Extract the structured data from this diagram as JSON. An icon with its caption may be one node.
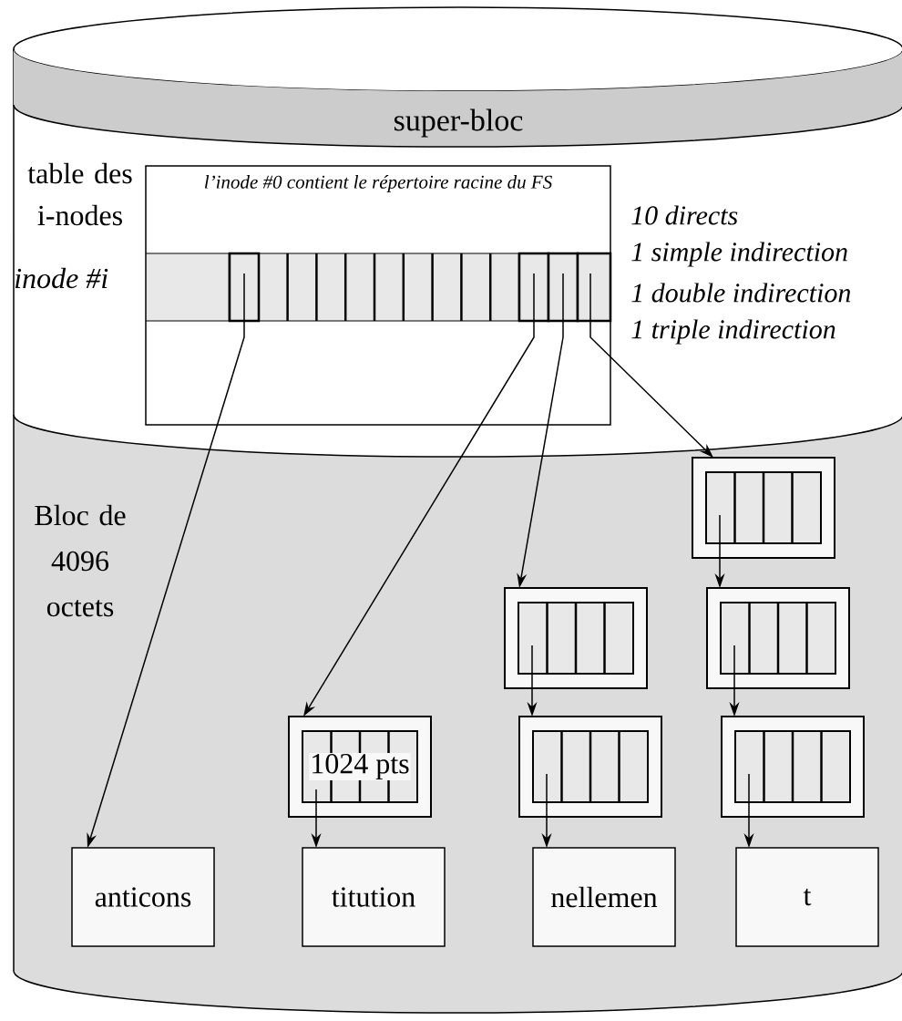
{
  "diagram": {
    "nodes": [
      {
        "text": [
          "super-bloc"
        ]
      },
      {
        "text": [
          "l’inode #0 contient le répertoire racine du FS"
        ]
      },
      {
        "text": [],
        "shape": "box",
        "in": 1
      },
      {
        "text": [],
        "shape": "box",
        "in": 1
      },
      {
        "text": [],
        "shape": "box",
        "in": 1
      },
      {
        "text": [],
        "shape": "box",
        "in": 1
      },
      {
        "text": [],
        "shape": "box"
      },
      {
        "text": [],
        "shape": "box"
      },
      {
        "text": [],
        "shape": "box"
      },
      {
        "text": [
          "1024 pts"
        ]
      },
      {
        "text": [],
        "shape": "box"
      },
      {
        "text": [],
        "shape": "box"
      },
      {
        "text": [
          "anticons"
        ]
      },
      {
        "text": [
          "titution"
        ]
      },
      {
        "text": [
          "nellemen"
        ]
      },
      {
        "text": [
          "t"
        ]
      }
    ],
    "edges": [
      {
        "from": 2,
        "to": 12,
        "arrow": "to"
      },
      {
        "from": 3,
        "to": 9,
        "arrow": "to"
      },
      {
        "from": 4,
        "to": 7,
        "arrow": "to"
      },
      {
        "from": 5,
        "to": 6,
        "arrow": "to"
      },
      {
        "from": 6,
        "to": 8,
        "arrow": "to"
      },
      {
        "from": 8,
        "to": 11,
        "arrow": "to"
      },
      {
        "from": 7,
        "to": 10,
        "arrow": "to"
      },
      {
        "from": 9,
        "to": 13,
        "arrow": "to"
      },
      {
        "from": 10,
        "to": 14,
        "arrow": "to"
      },
      {
        "from": 11,
        "to": 15,
        "arrow": "to"
      }
    ],
    "labels": [
      "table des i-nodes",
      "inode #i",
      "10 directs",
      "1 simple indirection",
      "1 double indirection",
      "1 triple indirection",
      "Bloc de 4096 octets"
    ]
  }
}
